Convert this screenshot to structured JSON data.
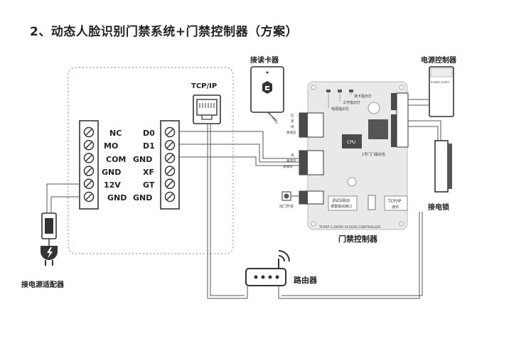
{
  "title": "2、动态人脸识别门禁系统+门禁控制器（方案）",
  "left_terminal": [
    "NC",
    "MO",
    "COM",
    "GND",
    "12V",
    "GND"
  ],
  "right_terminal": [
    "D0",
    "D1",
    "GND",
    "XF",
    "GT",
    "GND"
  ],
  "labels": {
    "tcpip": "TCP/IP",
    "card_reader": "接读卡器",
    "power_controller": "电源控制器",
    "door_controller": "门禁控制器",
    "router": "路由器",
    "lock": "接电锁",
    "adapter": "接电源适配器"
  },
  "board": {
    "cpu": "CPU",
    "footer": "TCP/IP 1-DOOR ACCESS CONTROLLER",
    "power_light": "电源指示灯",
    "work_light": "工作指示灯",
    "card_light": "读卡指示灯",
    "door_status": "1号门门磁状态",
    "tcp_box_1": "TCP/IP",
    "tcp_box_2": "通讯",
    "debug_box_1": "调试及联动",
    "debug_box_2": "报警输出接口",
    "exit_button": "出门开关",
    "wire_1": "红",
    "wire_2": "黑",
    "wire_3": "绿",
    "wire_4": "黄或白",
    "power_ctrl_text": "POWER SUPPLY"
  }
}
